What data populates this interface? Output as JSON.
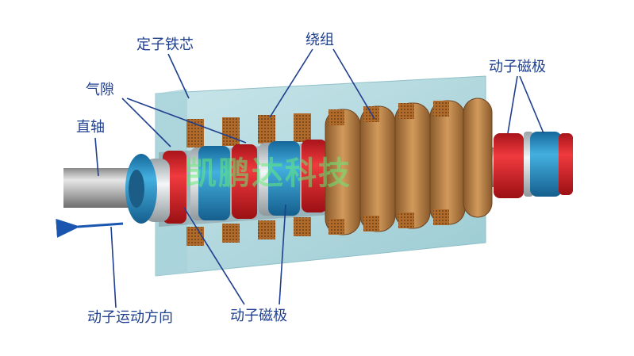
{
  "labels": {
    "stator_core": "定子铁芯",
    "winding": "绕组",
    "mover_pole_right": "动子磁极",
    "air_gap": "气隙",
    "straight_shaft": "直轴",
    "direction": "动子运动方向",
    "mover_pole_bottom": "动子磁极"
  },
  "watermark": "凯鹏达科技",
  "colors": {
    "label": "#1f3f8f",
    "leader": "#1f3f8f",
    "stator": "#b6dde3",
    "red_magnet": "#e0262b",
    "blue_magnet": "#2a93c8",
    "copper": "#c1894e",
    "shaft": "#b9b9b9"
  }
}
